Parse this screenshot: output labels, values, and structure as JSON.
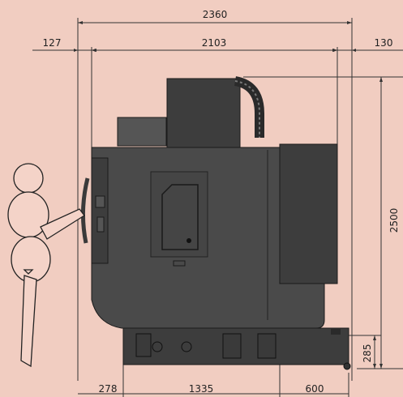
{
  "dimensions": {
    "overall_length": "2360",
    "left_offset": "127",
    "inner_length": "2103",
    "right_offset": "130",
    "height": "2500",
    "base_height": "285",
    "bottom_left": "278",
    "bottom_middle": "1335",
    "bottom_right": "600"
  },
  "colors": {
    "background": "#f1cdc1",
    "machine": "#4a4a4a",
    "dimension_lines": "#333333"
  }
}
